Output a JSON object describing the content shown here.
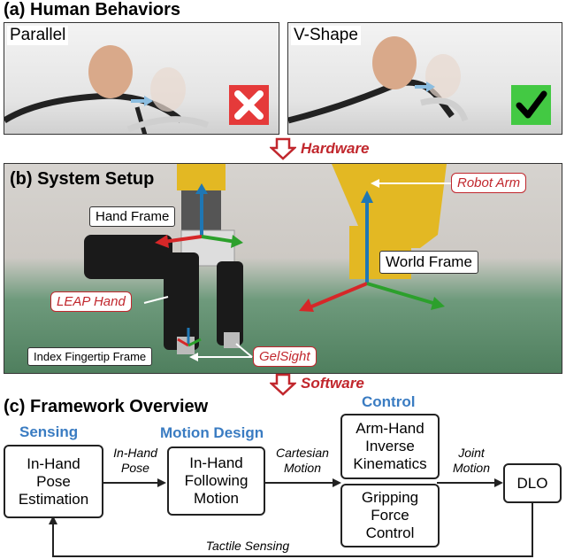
{
  "section_a": {
    "title": "(a) Human Behaviors",
    "left_panel": {
      "label": "Parallel",
      "status_icon": "red-x-icon"
    },
    "right_panel": {
      "label": "V-Shape",
      "status_icon": "green-check-icon"
    }
  },
  "flow_hardware": "Hardware",
  "section_b": {
    "title": "(b) System Setup",
    "labels": {
      "hand_frame": "Hand Frame",
      "world_frame": "World Frame",
      "robot_arm": "Robot Arm",
      "leap_hand": "LEAP Hand",
      "gelsight": "GelSight",
      "index_fingertip_frame": "Index Fingertip Frame"
    }
  },
  "flow_software": "Software",
  "section_c": {
    "title": "(c) Framework Overview",
    "headers": {
      "sensing": "Sensing",
      "motion_design": "Motion Design",
      "control": "Control"
    },
    "boxes": {
      "pose_estimation": "In-Hand\nPose\nEstimation",
      "following_motion": "In-Hand\nFollowing\nMotion",
      "inverse_kinematics": "Arm-Hand\nInverse\nKinematics",
      "gripping_force": "Gripping\nForce\nControl",
      "dlo": "DLO"
    },
    "edges": {
      "in_hand_pose": "In-Hand\nPose",
      "cartesian_motion": "Cartesian\nMotion",
      "joint_motion": "Joint\nMotion",
      "tactile_sensing": "Tactile Sensing"
    }
  },
  "colors": {
    "accent_red": "#c1272d",
    "accent_blue": "#3a7cc2",
    "frame_x": "#d62728",
    "frame_y": "#2ca02c",
    "frame_z": "#1f77b4"
  }
}
